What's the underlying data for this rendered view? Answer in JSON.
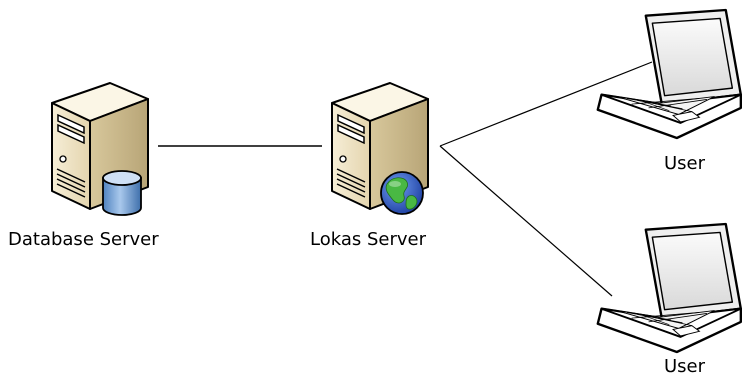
{
  "nodes": {
    "database_server": {
      "label": "Database Server"
    },
    "lokas_server": {
      "label": "Lokas Server"
    },
    "user_top": {
      "label": "User"
    },
    "user_bottom": {
      "label": "User"
    }
  },
  "connections": [
    {
      "from": "database_server",
      "to": "lokas_server"
    },
    {
      "from": "lokas_server",
      "to": "user_top"
    },
    {
      "from": "lokas_server",
      "to": "user_bottom"
    }
  ],
  "icons": {
    "server": "server-tower-icon",
    "database": "database-cylinder-icon",
    "globe": "globe-icon",
    "laptop": "laptop-icon"
  },
  "colors": {
    "server_body": "#efe4c6",
    "server_shade": "#c9b98d",
    "database": "#7aa6d6",
    "globe_water": "#2f5fc8",
    "globe_land": "#3fae3a",
    "line": "#000000"
  }
}
